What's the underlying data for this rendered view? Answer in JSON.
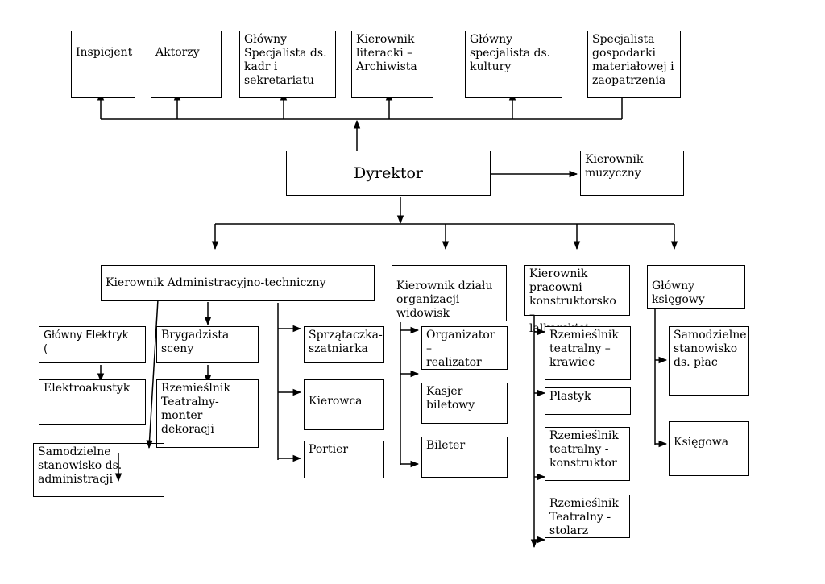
{
  "chart": {
    "top": {
      "inspicjent": "Inspicjent",
      "aktorzy": "Aktorzy",
      "glowny_specjalista_kadr": "Główny\nSpecjalista ds.\nkadr i\nsekretariatu",
      "kierownik_literacki": "Kierownik\nliteracki –\nArchiwista",
      "glowny_specjalista_kultury": "Główny\nspecjalista  ds.\nkultury",
      "specjalista_gospodarki": "Specjalista\ngospodarki\nmateriałowej i\nzaopatrzenia"
    },
    "dyrektor": "Dyrektor",
    "kierownik_muzyczny": "Kierownik\nmuzyczny",
    "admin": {
      "head": "Kierownik Administracyjno-techniczny",
      "glowny_elektryk": "Główny Elektryk\n(",
      "elektroakustyk": "Elektroakustyk",
      "samodzielne_administracji": "Samodzielne\nstanowisko ds.\nadministracji",
      "brygadzista": "Brygadzista\nsceny",
      "rzemieslnik_monter": "Rzemieślnik\nTeatralny-\nmonter\ndekoracji",
      "sprzataczka": "Sprzątaczka-\nszatniarka",
      "kierowca": "Kierowca",
      "portier": "Portier"
    },
    "widowiska": {
      "head": "Kierownik  działu\norganizacji\nwidowisk",
      "organizator": "Organizator –\nrealizator",
      "kasjer": "Kasjer\nbiletowy",
      "bileter": "Bileter"
    },
    "pracownia": {
      "head": "Kierownik\npracowni\nkonstruktorsko –\nlalkarskiej",
      "krawiec": "Rzemieślnik\nteatralny –\nkrawiec",
      "plastyk": "Plastyk",
      "konstruktor": "Rzemieślnik\nteatralny -\nkonstruktor",
      "stolarz": " Rzemieślnik\nTeatralny -\nstolarz"
    },
    "ksiegowy": {
      "head": "Główny\nksięgowy",
      "samodzielne_plac": "Samodzielne\nstanowisko\nds. płac",
      "ksiegowa": "Księgowa"
    }
  }
}
